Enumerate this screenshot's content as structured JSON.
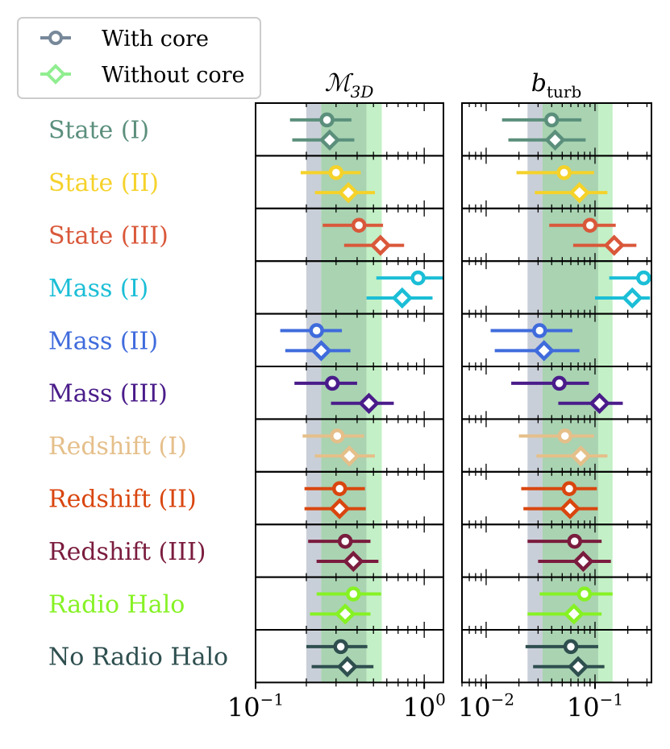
{
  "legend": {
    "entries": [
      {
        "label": "With core",
        "marker": "circle",
        "color": "#778899"
      },
      {
        "label": "Without core",
        "marker": "diamond",
        "color": "#90ee90"
      }
    ]
  },
  "chart_data": [
    {
      "type": "scatter",
      "panel": "mach",
      "title_base": "ℳ",
      "title_sub": "3D",
      "xscale": "log",
      "xlim": [
        0.1,
        1.3
      ],
      "xticks": [
        {
          "value": 0.1,
          "base": "10",
          "exp": "−1"
        },
        {
          "value": 1,
          "base": "10",
          "exp": "0"
        }
      ],
      "bands": [
        {
          "range": [
            0.2,
            0.245
          ],
          "color": "#c9cfd8"
        },
        {
          "range": [
            0.245,
            0.455
          ],
          "color": "#a9d3b1"
        },
        {
          "range": [
            0.455,
            0.56
          ],
          "color": "#c3f0c6"
        }
      ],
      "rows": [
        {
          "label": "State (I)",
          "color": "#5b8f7c",
          "with_core": {
            "value": 0.265,
            "lo": 0.16,
            "hi": 0.37
          },
          "without_core": {
            "value": 0.275,
            "lo": 0.165,
            "hi": 0.385
          }
        },
        {
          "label": "State (II)",
          "color": "#f5d22a",
          "with_core": {
            "value": 0.3,
            "lo": 0.185,
            "hi": 0.42
          },
          "without_core": {
            "value": 0.355,
            "lo": 0.225,
            "hi": 0.51
          }
        },
        {
          "label": "State (III)",
          "color": "#d9583a",
          "with_core": {
            "value": 0.41,
            "lo": 0.25,
            "hi": 0.57
          },
          "without_core": {
            "value": 0.55,
            "lo": 0.335,
            "hi": 0.76
          }
        },
        {
          "label": "Mass (I)",
          "color": "#1bbed6",
          "with_core": {
            "value": 0.92,
            "lo": 0.52,
            "hi": 1.3
          },
          "without_core": {
            "value": 0.74,
            "lo": 0.455,
            "hi": 1.12
          }
        },
        {
          "label": "Mass (II)",
          "color": "#3f6bdc",
          "with_core": {
            "value": 0.23,
            "lo": 0.14,
            "hi": 0.325
          },
          "without_core": {
            "value": 0.245,
            "lo": 0.15,
            "hi": 0.365
          }
        },
        {
          "label": "Mass (III)",
          "color": "#4a1c8a",
          "with_core": {
            "value": 0.285,
            "lo": 0.17,
            "hi": 0.4
          },
          "without_core": {
            "value": 0.47,
            "lo": 0.28,
            "hi": 0.66
          }
        },
        {
          "label": "Redshift (I)",
          "color": "#e5bf8a",
          "with_core": {
            "value": 0.305,
            "lo": 0.19,
            "hi": 0.44
          },
          "without_core": {
            "value": 0.36,
            "lo": 0.225,
            "hi": 0.51
          }
        },
        {
          "label": "Redshift (II)",
          "color": "#d9460f",
          "with_core": {
            "value": 0.315,
            "lo": 0.195,
            "hi": 0.445
          },
          "without_core": {
            "value": 0.315,
            "lo": 0.195,
            "hi": 0.45
          }
        },
        {
          "label": "Redshift (III)",
          "color": "#7a1c3e",
          "with_core": {
            "value": 0.34,
            "lo": 0.205,
            "hi": 0.48
          },
          "without_core": {
            "value": 0.38,
            "lo": 0.23,
            "hi": 0.535
          }
        },
        {
          "label": "Radio Halo",
          "color": "#86f224",
          "with_core": {
            "value": 0.38,
            "lo": 0.23,
            "hi": 0.555
          },
          "without_core": {
            "value": 0.34,
            "lo": 0.21,
            "hi": 0.48
          }
        },
        {
          "label": "No Radio Halo",
          "color": "#2f4f4f",
          "with_core": {
            "value": 0.32,
            "lo": 0.2,
            "hi": 0.46
          },
          "without_core": {
            "value": 0.35,
            "lo": 0.215,
            "hi": 0.5
          }
        }
      ]
    },
    {
      "type": "scatter",
      "panel": "bturb",
      "title_base": "b",
      "title_sub": "turb",
      "xscale": "log",
      "xlim": [
        0.006,
        0.33
      ],
      "xticks": [
        {
          "value": 0.01,
          "base": "10",
          "exp": "−2"
        },
        {
          "value": 0.1,
          "base": "10",
          "exp": "−1"
        }
      ],
      "bands": [
        {
          "range": [
            0.024,
            0.033
          ],
          "color": "#c9cfd8"
        },
        {
          "range": [
            0.033,
            0.107
          ],
          "color": "#a9d3b1"
        },
        {
          "range": [
            0.107,
            0.145
          ],
          "color": "#c3f0c6"
        }
      ],
      "rows": [
        {
          "label": "State (I)",
          "color": "#5b8f7c",
          "with_core": {
            "value": 0.04,
            "lo": 0.014,
            "hi": 0.075
          },
          "without_core": {
            "value": 0.043,
            "lo": 0.016,
            "hi": 0.082
          }
        },
        {
          "label": "State (II)",
          "color": "#f5d22a",
          "with_core": {
            "value": 0.052,
            "lo": 0.019,
            "hi": 0.098
          },
          "without_core": {
            "value": 0.072,
            "lo": 0.028,
            "hi": 0.13
          }
        },
        {
          "label": "State (III)",
          "color": "#d9583a",
          "with_core": {
            "value": 0.09,
            "lo": 0.038,
            "hi": 0.155
          },
          "without_core": {
            "value": 0.15,
            "lo": 0.063,
            "hi": 0.24
          }
        },
        {
          "label": "Mass (I)",
          "color": "#1bbed6",
          "with_core": {
            "value": 0.28,
            "lo": 0.135,
            "hi": 0.33
          },
          "without_core": {
            "value": 0.22,
            "lo": 0.1,
            "hi": 0.32
          }
        },
        {
          "label": "Mass (II)",
          "color": "#3f6bdc",
          "with_core": {
            "value": 0.031,
            "lo": 0.011,
            "hi": 0.062
          },
          "without_core": {
            "value": 0.034,
            "lo": 0.012,
            "hi": 0.072
          }
        },
        {
          "label": "Mass (III)",
          "color": "#4a1c8a",
          "with_core": {
            "value": 0.047,
            "lo": 0.017,
            "hi": 0.088
          },
          "without_core": {
            "value": 0.11,
            "lo": 0.046,
            "hi": 0.18
          }
        },
        {
          "label": "Redshift (I)",
          "color": "#e5bf8a",
          "with_core": {
            "value": 0.053,
            "lo": 0.02,
            "hi": 0.098
          },
          "without_core": {
            "value": 0.074,
            "lo": 0.029,
            "hi": 0.13
          }
        },
        {
          "label": "Redshift (II)",
          "color": "#d9460f",
          "with_core": {
            "value": 0.058,
            "lo": 0.021,
            "hi": 0.104
          },
          "without_core": {
            "value": 0.059,
            "lo": 0.022,
            "hi": 0.106
          }
        },
        {
          "label": "Redshift (III)",
          "color": "#7a1c3e",
          "with_core": {
            "value": 0.065,
            "lo": 0.024,
            "hi": 0.115
          },
          "without_core": {
            "value": 0.078,
            "lo": 0.03,
            "hi": 0.14
          }
        },
        {
          "label": "Radio Halo",
          "color": "#86f224",
          "with_core": {
            "value": 0.08,
            "lo": 0.031,
            "hi": 0.145
          },
          "without_core": {
            "value": 0.064,
            "lo": 0.024,
            "hi": 0.115
          }
        },
        {
          "label": "No Radio Halo",
          "color": "#2f4f4f",
          "with_core": {
            "value": 0.06,
            "lo": 0.023,
            "hi": 0.107
          },
          "without_core": {
            "value": 0.07,
            "lo": 0.027,
            "hi": 0.122
          }
        }
      ]
    }
  ]
}
